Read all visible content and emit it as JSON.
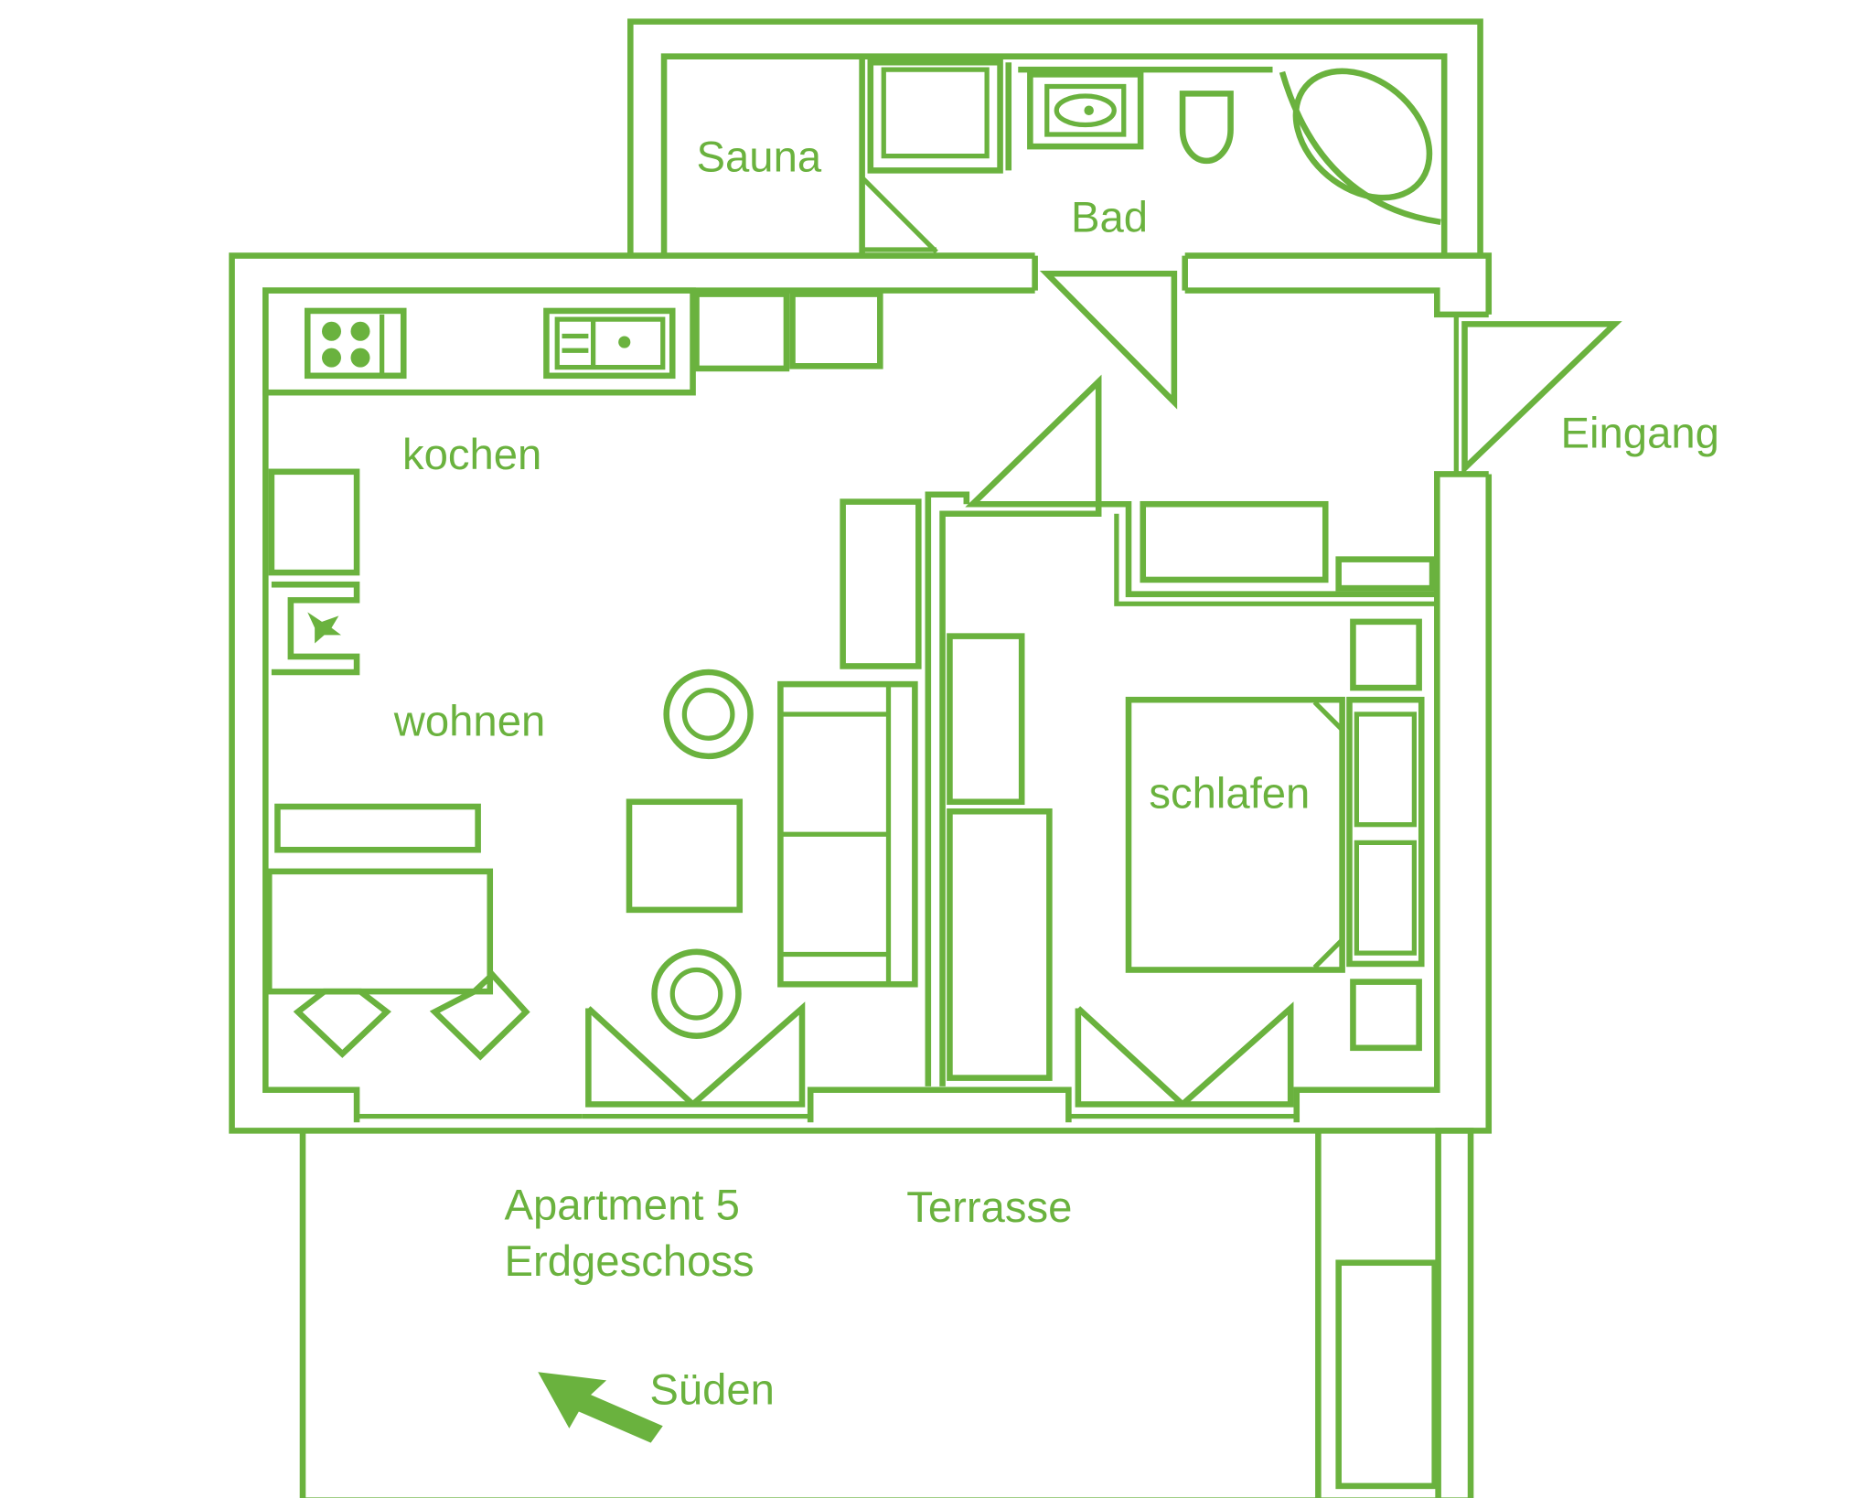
{
  "plan": {
    "accent_color": "#6ab23e",
    "rooms": {
      "sauna": "Sauna",
      "bad": "Bad",
      "eingang": "Eingang",
      "kochen": "kochen",
      "wohnen": "wohnen",
      "schlafen": "schlafen",
      "terrasse": "Terrasse"
    },
    "title_line1": "Apartment 5",
    "title_line2": "Erdgeschoss",
    "orientation": "Süden"
  }
}
